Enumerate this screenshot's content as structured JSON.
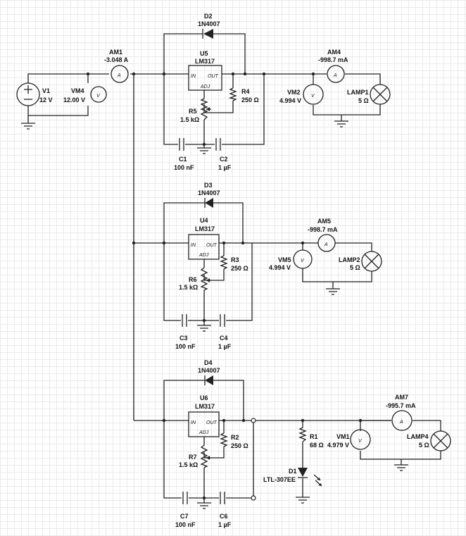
{
  "source": {
    "name": "V1",
    "value": "12 V"
  },
  "ammeters": {
    "AM1": {
      "name": "AM1",
      "value": "-3.048 A"
    },
    "AM4": {
      "name": "AM4",
      "value": "-998.7 mA"
    },
    "AM5": {
      "name": "AM5",
      "value": "-998.7 mA"
    },
    "AM7": {
      "name": "AM7",
      "value": "-995.7 mA"
    }
  },
  "voltmeters": {
    "VM4": {
      "name": "VM4",
      "value": "12.00 V"
    },
    "VM2": {
      "name": "VM2",
      "value": "4.994 V"
    },
    "VM5": {
      "name": "VM5",
      "value": "4.994 V"
    },
    "VM1": {
      "name": "VM1",
      "value": "4.979 V"
    }
  },
  "regulators": {
    "U5": {
      "name": "U5",
      "part": "LM317"
    },
    "U4": {
      "name": "U4",
      "part": "LM317"
    },
    "U6": {
      "name": "U6",
      "part": "LM317"
    },
    "pin_in": "IN",
    "pin_out": "OUT",
    "pin_adj": "ADJ"
  },
  "diodes": {
    "D2": {
      "name": "D2",
      "part": "1N4007"
    },
    "D3": {
      "name": "D3",
      "part": "1N4007"
    },
    "D4": {
      "name": "D4",
      "part": "1N4007"
    },
    "D1": {
      "name": "D1",
      "part": "LTL-307EE"
    }
  },
  "resistors": {
    "R4": {
      "name": "R4",
      "value": "250 Ω"
    },
    "R3": {
      "name": "R3",
      "value": "250 Ω"
    },
    "R2": {
      "name": "R2",
      "value": "250 Ω"
    },
    "R1": {
      "name": "R1",
      "value": "68 Ω"
    }
  },
  "potentiometers": {
    "R5": {
      "name": "R5",
      "value": "1.5 kΩ"
    },
    "R6": {
      "name": "R6",
      "value": "1.5 kΩ"
    },
    "R7": {
      "name": "R7",
      "value": "1.5 kΩ"
    }
  },
  "capacitors": {
    "C1": {
      "name": "C1",
      "value": "100 nF"
    },
    "C2": {
      "name": "C2",
      "value": "1 µF"
    },
    "C3": {
      "name": "C3",
      "value": "100 nF"
    },
    "C4": {
      "name": "C4",
      "value": "1 µF"
    },
    "C7": {
      "name": "C7",
      "value": "100 nF"
    },
    "C6": {
      "name": "C6",
      "value": "1 µF"
    }
  },
  "lamps": {
    "LAMP1": {
      "name": "LAMP1",
      "value": "5 Ω"
    },
    "LAMP2": {
      "name": "LAMP2",
      "value": "5 Ω"
    },
    "LAMP4": {
      "name": "LAMP4",
      "value": "5 Ω"
    }
  },
  "meter_symbols": {
    "ammeter": "A",
    "voltmeter": "V"
  }
}
